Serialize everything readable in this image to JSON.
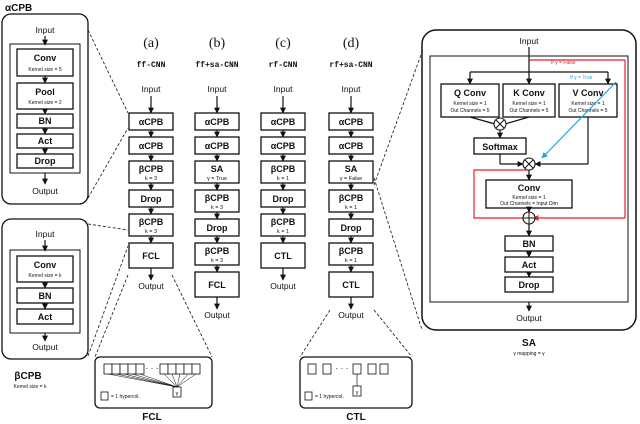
{
  "alpha_cpb": {
    "title": "αCPB",
    "input": "Input",
    "output": "Output",
    "conv": "Conv",
    "conv_sub": "Kernel size = 5",
    "pool": "Pool",
    "pool_sub": "Kernel size = 2",
    "bn": "BN",
    "act": "Act",
    "drop": "Drop"
  },
  "beta_cpb": {
    "title": "βCPB",
    "subtitle": "Kernel size = k",
    "input": "Input",
    "output": "Output",
    "conv": "Conv",
    "conv_sub": "Kernel size = k",
    "bn": "BN",
    "act": "Act"
  },
  "columns": [
    {
      "letter": "(a)",
      "name": "ff-CNN",
      "input": "Input",
      "output": "Output",
      "blocks": [
        "αCPB",
        "αCPB",
        "βCPB",
        "Drop",
        "βCPB",
        "FCL"
      ],
      "subs": [
        "",
        "",
        "k = 3",
        "",
        "k = 3",
        ""
      ]
    },
    {
      "letter": "(b)",
      "name": "ff+sa-CNN",
      "input": "Input",
      "output": "Output",
      "blocks": [
        "αCPB",
        "αCPB",
        "SA",
        "βCPB",
        "Drop",
        "βCPB",
        "FCL"
      ],
      "subs": [
        "",
        "",
        "γ = True",
        "k = 3",
        "",
        "k = 3",
        ""
      ]
    },
    {
      "letter": "(c)",
      "name": "rf-CNN",
      "input": "Input",
      "output": "Output",
      "blocks": [
        "αCPB",
        "αCPB",
        "βCPB",
        "Drop",
        "βCPB",
        "CTL"
      ],
      "subs": [
        "",
        "",
        "k = 1",
        "",
        "k = 1",
        ""
      ]
    },
    {
      "letter": "(d)",
      "name": "rf+sa-CNN",
      "input": "Input",
      "output": "Output",
      "blocks": [
        "αCPB",
        "αCPB",
        "SA",
        "βCPB",
        "Drop",
        "βCPB",
        "CTL"
      ],
      "subs": [
        "",
        "",
        "γ = False",
        "k = 1",
        "",
        "k = 1",
        ""
      ]
    }
  ],
  "sa": {
    "input": "Input",
    "output": "Output",
    "if_false": "If γ = False",
    "if_true": "If γ = True",
    "q_conv": "Q Conv",
    "k_conv": "K Conv",
    "v_conv": "V Conv",
    "kernel_1": "Kernel size = 1",
    "out_ch_5": "Out Channels = 5",
    "softmax": "Softmax",
    "conv": "Conv",
    "out_ch_in": "Out Channels = Input Dim",
    "bn": "BN",
    "act": "Act",
    "drop": "Drop",
    "title": "SA",
    "subtitle": "γ mapping = γ",
    "false_color": "#e8202a",
    "true_color": "#1ea7e0"
  },
  "fcl": {
    "title": "FCL",
    "legend": "= 1 hypercol.",
    "dots": "· · ·",
    "gamma": "γ"
  },
  "ctl": {
    "title": "CTL",
    "legend": "= 1 hypercol.",
    "dots": "· · ·",
    "gamma": "γ"
  }
}
